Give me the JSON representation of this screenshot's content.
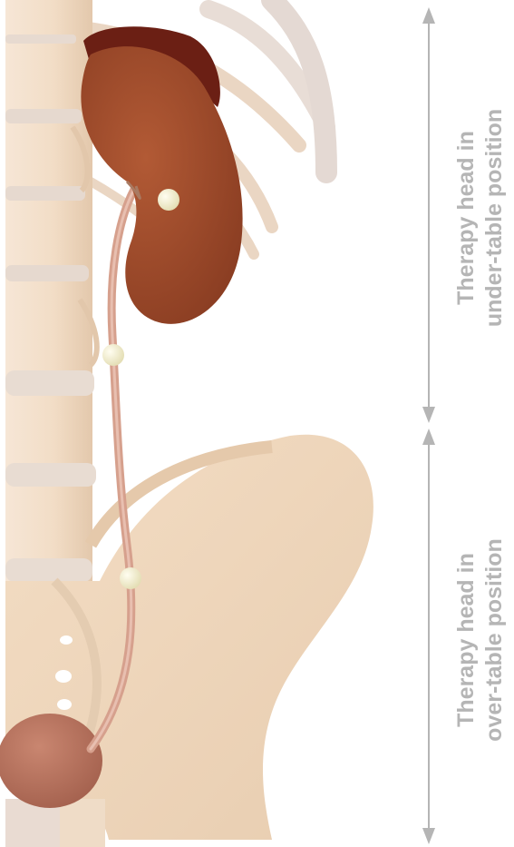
{
  "labels": {
    "under_table": {
      "line1": "Therapy head in",
      "line2": "under-table position"
    },
    "over_table": {
      "line1": "Therapy head in",
      "line2": "over-table position"
    }
  },
  "colors": {
    "bone": "#f1ddc8",
    "bone_shadow": "#dcc2a5",
    "disc": "#e9dcd2",
    "kidney": "#9c4a2a",
    "adrenal": "#6b1f14",
    "ureter": "#d9a18f",
    "bladder": "#b8725f",
    "stone": "#f3efcf",
    "arrow": "#b5b5b5",
    "label": "#b5b5b5"
  },
  "icons": {
    "upper_arrow": "double-headed-arrow-icon",
    "lower_arrow": "double-headed-arrow-icon"
  }
}
